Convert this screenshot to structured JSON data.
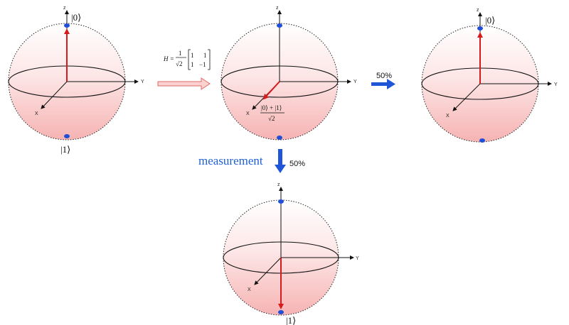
{
  "axis_labels": {
    "z": "z",
    "y": "Y",
    "x": "X"
  },
  "spheres": [
    {
      "name": "initial-zero",
      "state": "|0⟩",
      "arrow": "up"
    },
    {
      "name": "after-hadamard",
      "state": "superposition",
      "arrow": "x-axis"
    },
    {
      "name": "measured-zero",
      "state": "|0⟩",
      "arrow": "up"
    },
    {
      "name": "measured-one",
      "state": "|1⟩",
      "arrow": "down"
    }
  ],
  "labels": {
    "ket0": "|0⟩",
    "ket1": "|1⟩",
    "superposition_num": "|0⟩ + |1⟩",
    "superposition_den": "√2",
    "hadamard_lhs": "H =",
    "hadamard_frac_num": "1",
    "hadamard_frac_den": "√2",
    "matrix_r1c1": "1",
    "matrix_r1c2": "1",
    "matrix_r2c1": "1",
    "matrix_r2c2": "−1",
    "prob_right": "50%",
    "prob_down": "50%",
    "measurement": "measurement"
  },
  "colors": {
    "sphere_top": "#ffffff",
    "sphere_bottom": "#f7b6b6",
    "state_vector": "#d41c1c",
    "pole_dot": "#1f4fd6",
    "measurement_arrow": "#1f56d8",
    "gate_arrow_fill": "#fbd2cf",
    "gate_arrow_stroke": "#e06a66",
    "measurement_text": "#1f5fd6"
  }
}
